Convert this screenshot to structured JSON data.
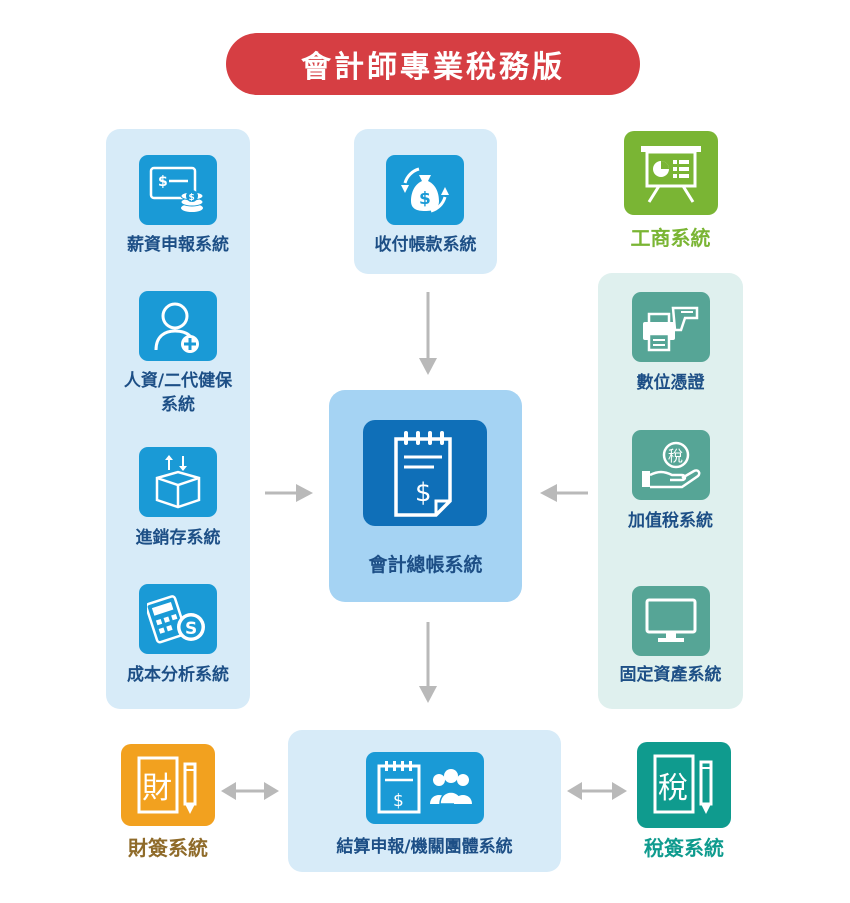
{
  "title": "會計師專業稅務版",
  "nodes": {
    "payroll": "薪資申報系統",
    "hr_line1": "人資/二代健保",
    "hr_line2": "系統",
    "inventory": "進銷存系統",
    "cost": "成本分析系統",
    "receipt": "收付帳款系統",
    "commerce": "工商系統",
    "digital": "數位憑證",
    "vat": "加值稅系統",
    "fixed_assets": "固定資產系統",
    "general_ledger": "會計總帳系統",
    "settlement": "結算申報/機關團體系統",
    "finance": "財簽系統",
    "tax": "稅簽系統"
  },
  "icon_glyphs": {
    "finance": "財",
    "tax": "稅",
    "vat": "稅"
  },
  "colors": {
    "title_bg": "#d63e43",
    "icon_blue": "#1a9ad6",
    "icon_dark_blue": "#0f6fb8",
    "icon_teal": "#56a596",
    "commerce_green": "#7ab534",
    "finance_orange": "#f2a11f",
    "tax_teal": "#0f9b8e",
    "label_blue": "#1d4f86"
  }
}
